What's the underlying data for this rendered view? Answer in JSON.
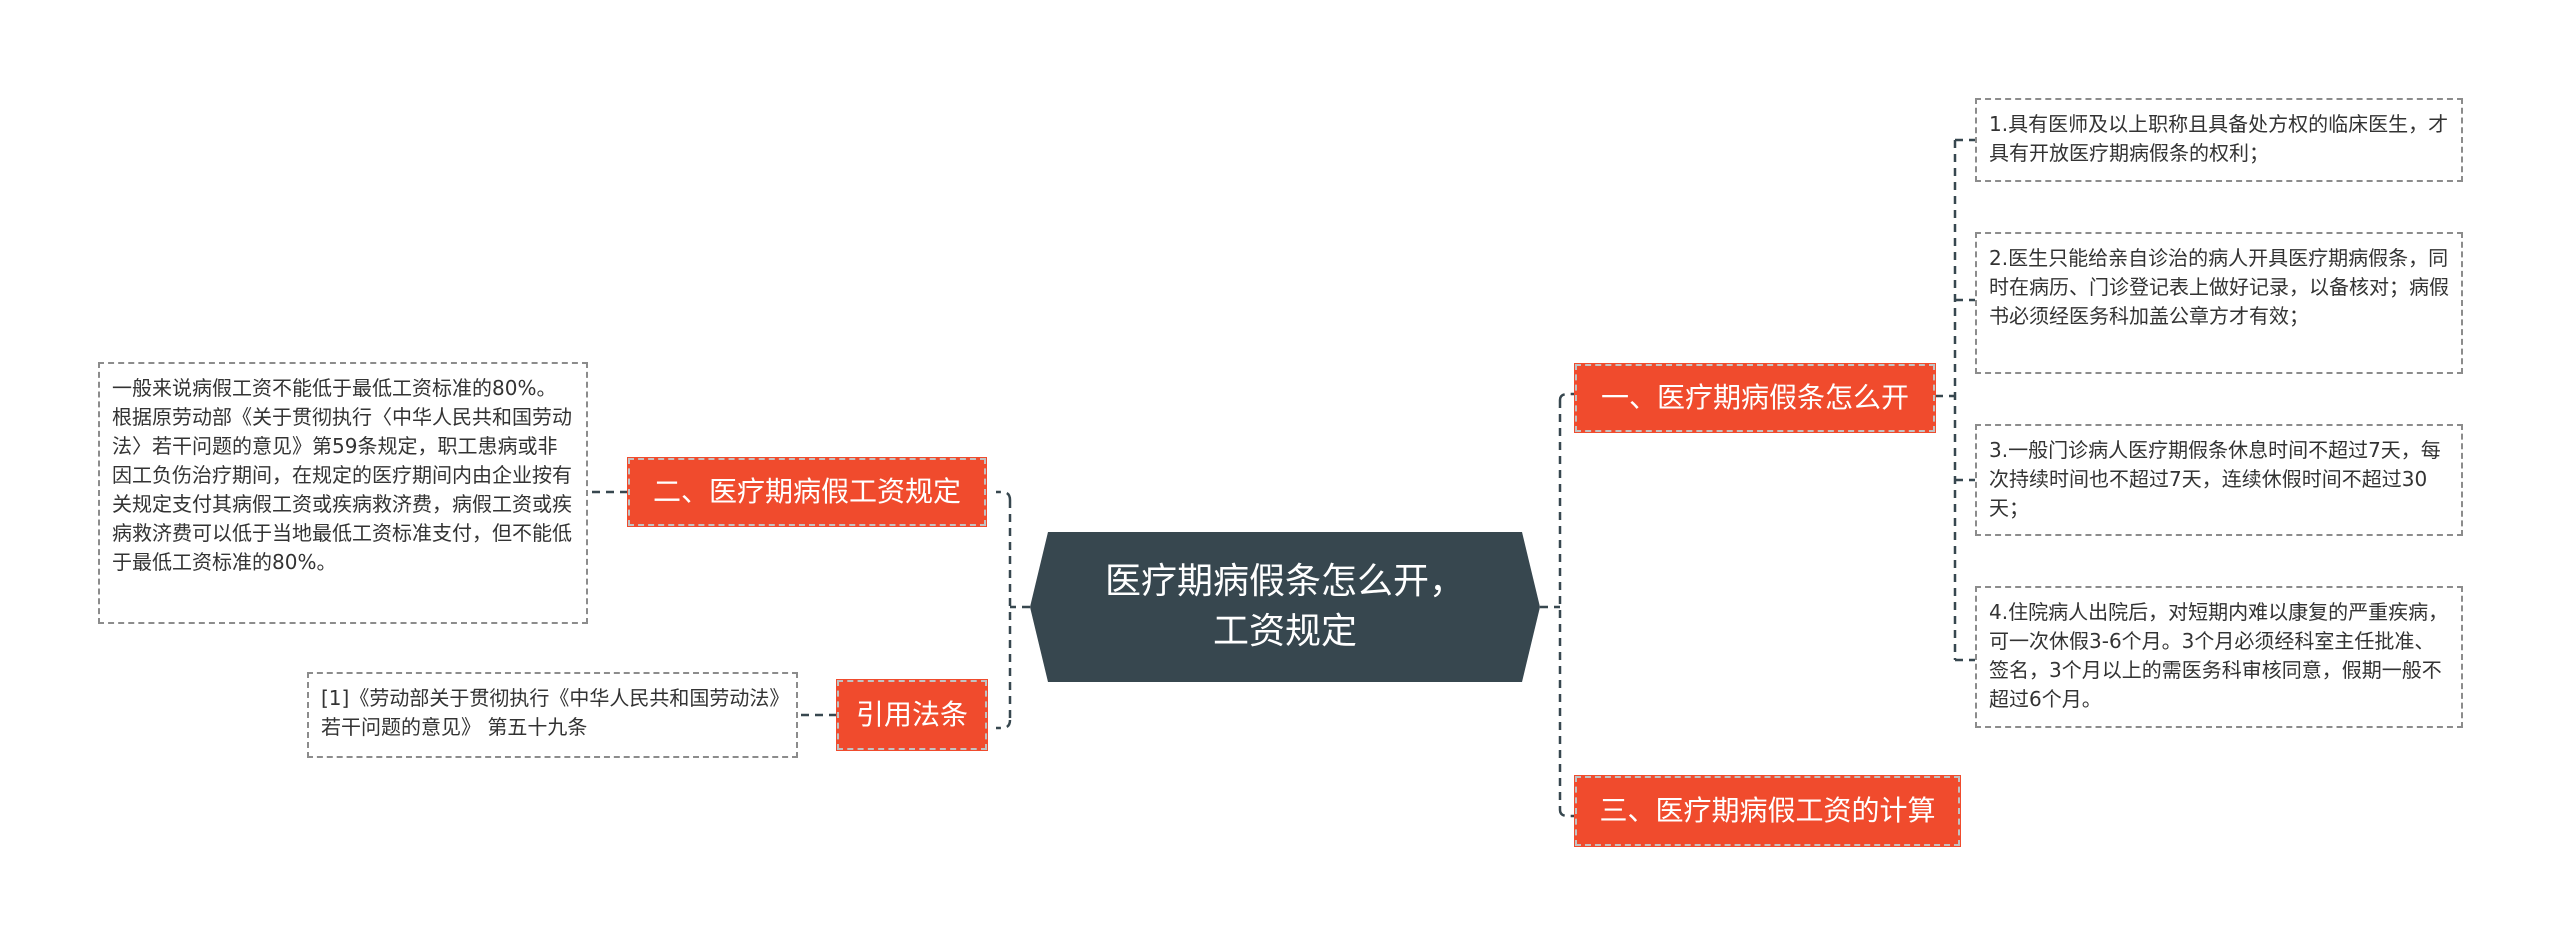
{
  "central": {
    "title": "医疗期病假条怎么开，工资规定"
  },
  "branches": {
    "left_1": {
      "label": "二、医疗期病假工资规定",
      "leaf": "一般来说病假工资不能低于最低工资标准的80%。根据原劳动部《关于贯彻执行〈中华人民共和国劳动法〉若干问题的意见》第59条规定，职工患病或非因工负伤治疗期间，在规定的医疗期间内由企业按有关规定支付其病假工资或疾病救济费，病假工资或疾病救济费可以低于当地最低工资标准支付，但不能低于最低工资标准的80%。"
    },
    "left_2": {
      "label": "引用法条",
      "leaf": "[1]《劳动部关于贯彻执行《中华人民共和国劳动法》若干问题的意见》 第五十九条"
    },
    "right_1": {
      "label": "一、医疗期病假条怎么开",
      "leaves": [
        "1.具有医师及以上职称且具备处方权的临床医生，才具有开放医疗期病假条的权利；",
        "2.医生只能给亲自诊治的病人开具医疗期病假条，同时在病历、门诊登记表上做好记录，以备核对；病假书必须经医务科加盖公章方才有效；",
        "3.一般门诊病人医疗期假条休息时间不超过7天，每次持续时间也不超过7天，连续休假时间不超过30天；",
        "4.住院病人出院后，对短期内难以康复的严重疾病，可一次休假3-6个月。3个月必须经科室主任批准、签名，3个月以上的需医务科审核同意，假期一般不超过6个月。"
      ]
    },
    "right_2": {
      "label": "三、医疗期病假工资的计算"
    }
  },
  "colors": {
    "central_bg": "#37474f",
    "branch_bg": "#f04b2d",
    "connector": "#37474f",
    "leaf_border": "#8c8c8c"
  }
}
